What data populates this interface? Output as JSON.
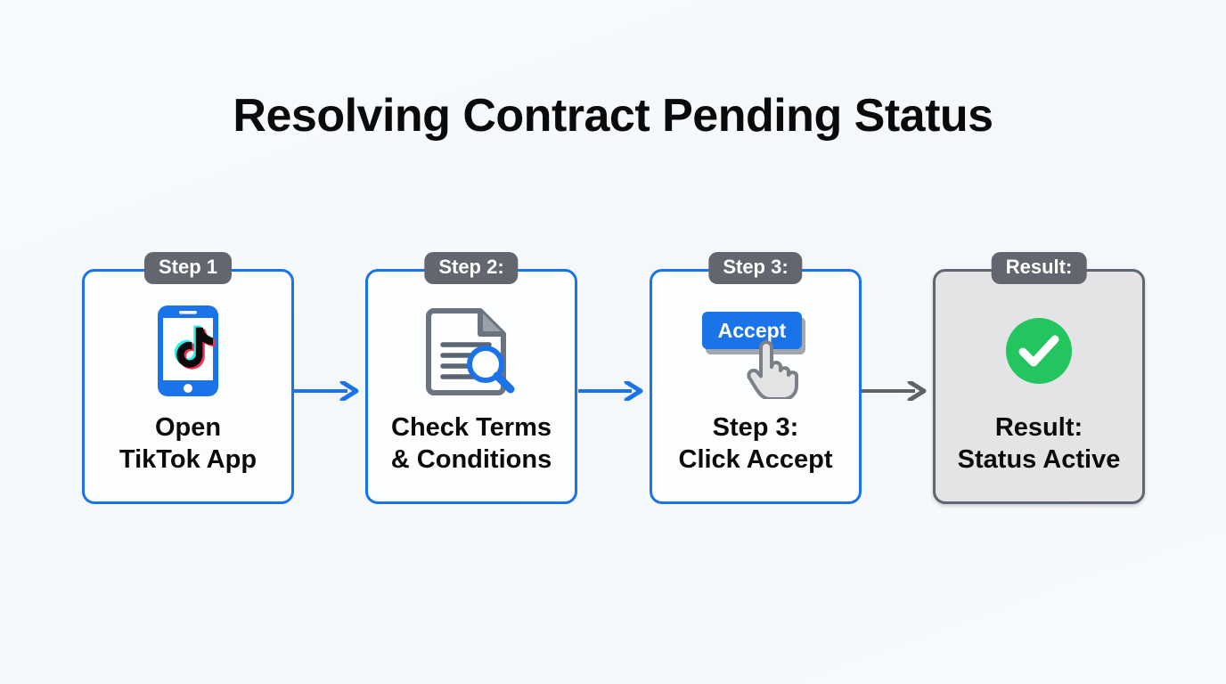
{
  "page": {
    "title": "Resolving Contract Pending Status",
    "background_color": "#f7fafc"
  },
  "colors": {
    "accent_blue": "#1a73e8",
    "badge_gray": "#63666e",
    "result_border": "#5e6672",
    "result_fill": "#e4e4e6",
    "success_green": "#22c55e",
    "arrow_blue": "#1a73e8",
    "arrow_gray": "#5f6368",
    "text_black": "#0b0b0b"
  },
  "flow": {
    "cards": [
      {
        "badge": "Step 1",
        "icon": "phone-tiktok-icon",
        "label_line1": "Open",
        "label_line2": "TikTok App",
        "style": "blue"
      },
      {
        "badge": "Step 2:",
        "icon": "document-search-icon",
        "label_line1": "Check Terms",
        "label_line2": "& Conditions",
        "style": "blue"
      },
      {
        "badge": "Step 3:",
        "icon": "accept-button-cursor-icon",
        "button_label": "Accept",
        "label_line1": "Step 3:",
        "label_line2": "Click Accept",
        "style": "blue"
      },
      {
        "badge": "Result:",
        "icon": "green-check-circle-icon",
        "label_line1": "Result:",
        "label_line2": "Status Active",
        "style": "gray"
      }
    ],
    "arrows": [
      {
        "name": "arrow-step1-to-step2",
        "color": "#1a73e8"
      },
      {
        "name": "arrow-step2-to-step3",
        "color": "#1a73e8"
      },
      {
        "name": "arrow-step3-to-result",
        "color": "#5f6368"
      }
    ]
  }
}
